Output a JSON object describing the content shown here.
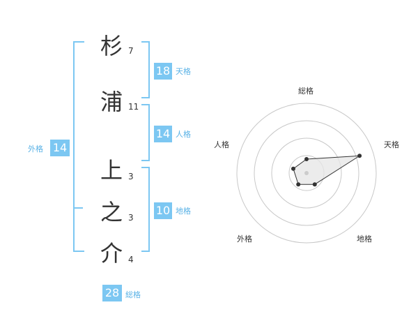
{
  "name": {
    "chars": [
      {
        "char": "杉",
        "strokes": "7"
      },
      {
        "char": "浦",
        "strokes": "11"
      },
      {
        "char": "上",
        "strokes": "3"
      },
      {
        "char": "之",
        "strokes": "3"
      },
      {
        "char": "介",
        "strokes": "4"
      }
    ]
  },
  "fortune": {
    "tenkaku": {
      "value": "18",
      "label": "天格"
    },
    "jinkaku": {
      "value": "14",
      "label": "人格"
    },
    "chikaku": {
      "value": "10",
      "label": "地格"
    },
    "gaikaku": {
      "value": "14",
      "label": "外格"
    },
    "soukaku": {
      "value": "28",
      "label": "総格"
    }
  },
  "colors": {
    "accent": "#7cc7f2",
    "accent_text": "#5ab2e6",
    "text": "#333333"
  },
  "chart_data": {
    "type": "radar",
    "axes": [
      "総格",
      "天格",
      "地格",
      "外格",
      "人格"
    ],
    "values": [
      1,
      4,
      1,
      1,
      1
    ],
    "levels": 4,
    "max": 5
  }
}
